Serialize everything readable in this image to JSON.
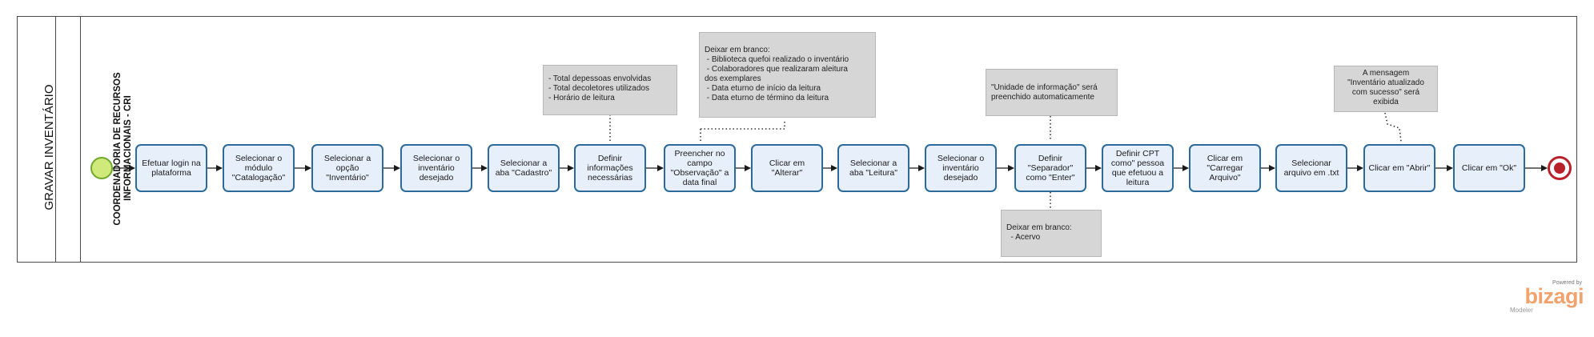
{
  "pool": {
    "title": "GRAVAR INVENTÁRIO"
  },
  "lane": {
    "title_line1": "COORDENADORIA DE RECURSOS",
    "title_line2": "INFORMACIONAIS - CRI"
  },
  "tasks": [
    "Efetuar login na plataforma",
    "Selecionar o módulo \"Catalogação\"",
    "Selecionar a opção \"Inventário\"",
    "Selecionar o inventário desejado",
    "Selecionar a aba \"Cadastro\"",
    "Definir informações necessárias",
    "Preencher no campo \"Observação\" a data final",
    "Clicar em \"Alterar\"",
    "Selecionar a aba \"Leitura\"",
    "Selecionar o inventário desejado",
    "Definir \"Separador\" como \"Enter\"",
    "Definir CPT como\" pessoa que efetuou a leitura",
    "Clicar em \"Carregar Arquivo\"",
    "Selecionar arquivo em .txt",
    "Clicar em \"Abrir\"",
    "Clicar em \"Ok\""
  ],
  "annotations": {
    "totals": "- Total depessoas envolvidas\n- Total decoletores utilizados\n- Horário de leitura",
    "leave_blank_reading": "Deixar em branco:\n - Biblioteca quefoi realizado o inventário\n - Colaboradores que realizaram aleitura\ndos exemplares\n - Data eturno de início da leitura\n - Data eturno de término da leitura",
    "unit_auto": "\"Unidade de informação\" será\npreenchido automaticamente",
    "leave_blank_collection": "Deixar em branco:\n  - Acervo",
    "success_message": "A mensagem\n\"Inventário atualizado\ncom sucesso\" será\nexibida"
  },
  "branding": {
    "powered_by": "Powered by",
    "logo": "bizagi",
    "product": "Modeler"
  },
  "colors": {
    "task_fill": "#e6effa",
    "task_border": "#2b6a9a",
    "start_fill": "#cfe97a",
    "end_stroke": "#b8212a",
    "annotation_fill": "#d6d6d6"
  }
}
